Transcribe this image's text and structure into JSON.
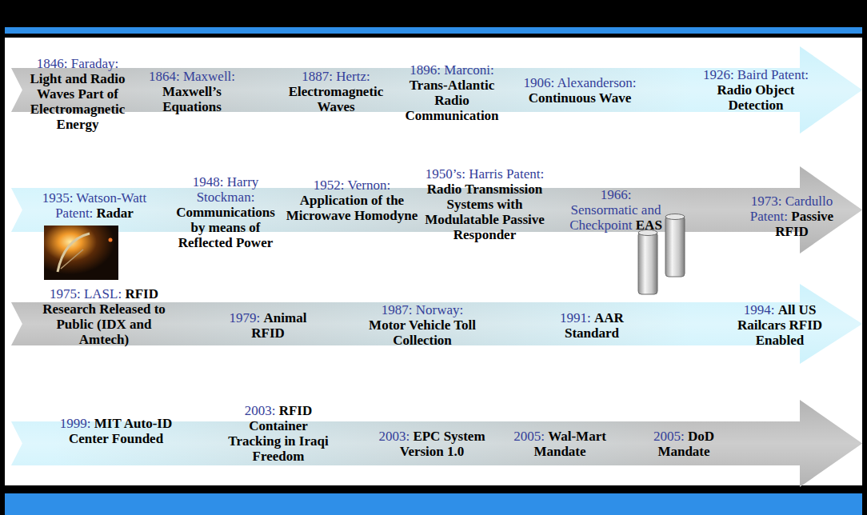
{
  "diagram": {
    "nodes": [
      {
        "text": [
          "1846: Faraday:",
          "Light and Radio Waves Part of Electromagnetic Energy",
          "1864: Maxwell:",
          "Maxwell’s Equations",
          "1887: Hertz:",
          "Electromagnetic Waves",
          "1896: Marconi:",
          "Trans-Atlantic Radio Communication",
          "1906: Alexanderson:",
          "Continuous Wave",
          "1926: Baird Patent:",
          "Radio Object Detection"
        ]
      },
      {
        "text": [
          "1935: Watson-Watt Patent:",
          "Radar",
          "1948: Harry Stockman:",
          "Communications by means of Reflected Power",
          "1952: Vernon:",
          "Application of the Microwave Homodyne",
          "1950’s: Harris Patent:",
          "Radio Transmission Systems with Modulatable Passive Responder",
          "1966: Sensormatic and Checkpoint",
          "EAS",
          "1973: Cardullo Patent:",
          "Passive RFID"
        ]
      },
      {
        "text": [
          "1975: LASL:",
          "RFID Research Released to Public (IDX and Amtech)",
          "1979:",
          "Animal RFID",
          "1987: Norway:",
          "Motor Vehicle Toll Collection",
          "1991:",
          "AAR Standard",
          "1994:",
          "All US Railcars RFID Enabled"
        ]
      },
      {
        "text": [
          "1999:",
          "MIT Auto-ID Center Founded",
          "2003:",
          "RFID Container Tracking in Iraqi Freedom",
          "2003:",
          "EPC System Version 1.0",
          "2005:",
          "Wal-Mart Mandate",
          "2005:",
          "DoD Mandate"
        ]
      }
    ]
  }
}
